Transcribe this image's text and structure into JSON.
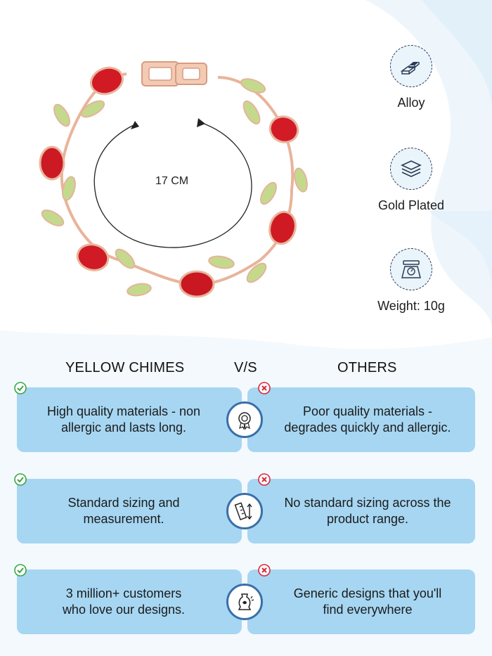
{
  "product": {
    "measurement_label": "17 CM"
  },
  "features": [
    {
      "label": "Alloy",
      "icon": "alloy-bars-icon"
    },
    {
      "label": "Gold Plated",
      "icon": "layers-icon"
    },
    {
      "label": "Weight: 10g",
      "icon": "weighing-scale-icon"
    }
  ],
  "comparison": {
    "brand_header": "YELLOW CHIMES",
    "vs_header": "V/S",
    "others_header": "OTHERS",
    "rows": [
      {
        "brand_line1": "High quality materials - non",
        "brand_line2": "allergic and lasts long.",
        "other_line1": "Poor quality materials -",
        "other_line2": "degrades quickly and allergic.",
        "icon": "quality-badge-icon"
      },
      {
        "brand_line1": "Standard sizing and",
        "brand_line2": "measurement.",
        "other_line1": "No standard sizing across the",
        "other_line2": "product range.",
        "icon": "ruler-measure-icon"
      },
      {
        "brand_line1": "3 million+ customers",
        "brand_line2": "who love our designs.",
        "other_line1": "Generic designs that you'll",
        "other_line2": "find everywhere",
        "icon": "design-vase-icon"
      }
    ]
  },
  "colors": {
    "card": "#a6d6f2",
    "check": "#3aa641",
    "cross": "#d9283a",
    "accent": "#3a6fa8"
  }
}
